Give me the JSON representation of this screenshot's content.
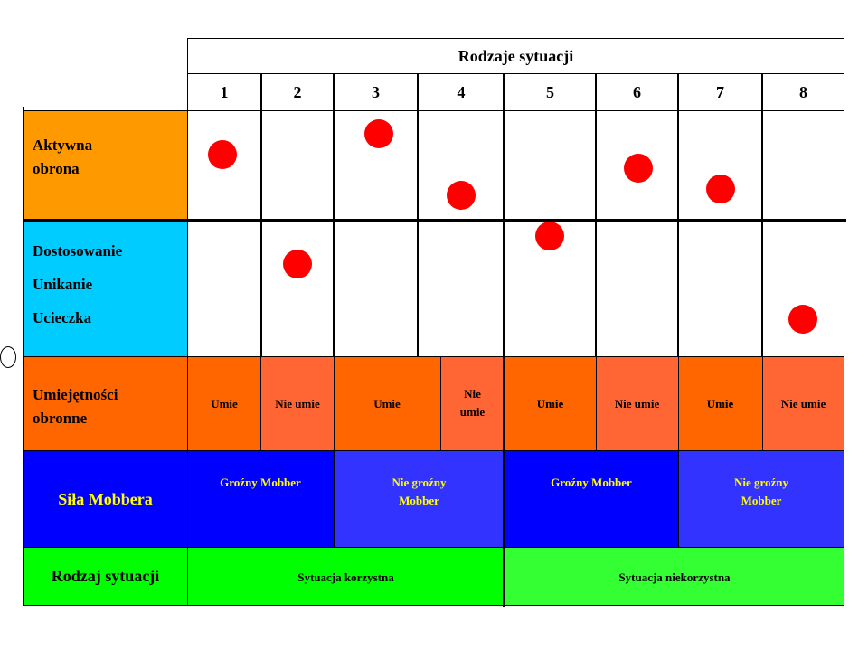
{
  "header": {
    "title": "Rodzaje sytuacji",
    "columns": [
      "1",
      "2",
      "3",
      "4",
      "5",
      "6",
      "7",
      "8"
    ]
  },
  "rows": {
    "active": {
      "line1": "Aktywna",
      "line2": "obrona",
      "color": "#ff9900"
    },
    "passive": {
      "line1": "Dostosowanie",
      "line2": "Unikanie",
      "line3": "Ucieczka",
      "color": "#00ccff"
    },
    "skills": {
      "line1": "Umiejętności",
      "line2": "obronne",
      "color": "#ff6600"
    },
    "strength": {
      "label": "Siła Mobbera",
      "color": "#0000ff"
    },
    "type": {
      "label": "Rodzaj sytuacji",
      "color": "#00ff00"
    }
  },
  "skills_cells": [
    "Umie",
    "Nie umie",
    "Umie",
    "Nie umie",
    "Umie",
    "Nie umie",
    "Umie",
    "Nie umie"
  ],
  "strength_cells": [
    "Groźny Mobber",
    "Nie groźny Mobber",
    "Groźny Mobber",
    "Nie groźny Mobber"
  ],
  "type_cells": [
    "Sytuacja korzystna",
    "Sytuacja niekorzystna"
  ],
  "markers": [
    {
      "column": "1",
      "row": "Aktywna obrona"
    },
    {
      "column": "2",
      "row": "Dostosowanie / Unikanie / Ucieczka"
    },
    {
      "column": "3",
      "row": "Aktywna obrona"
    },
    {
      "column": "4",
      "row": "Aktywna obrona"
    },
    {
      "column": "5",
      "row": "Dostosowanie / Unikanie / Ucieczka"
    },
    {
      "column": "6",
      "row": "Aktywna obrona"
    },
    {
      "column": "7",
      "row": "Aktywna obrona"
    },
    {
      "column": "8",
      "row": "Dostosowanie / Unikanie / Ucieczka"
    }
  ],
  "colors": {
    "skills_alt": "#ff6633",
    "strength_alt": "#3333ff",
    "type_alt": "#33ff33",
    "strength_text": "#ffff00",
    "marker": "#ff0000"
  }
}
